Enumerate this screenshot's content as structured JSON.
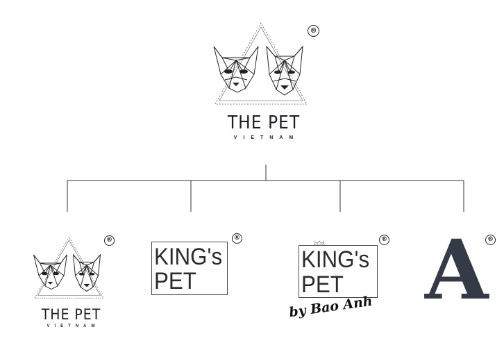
{
  "parent_logo": {
    "brand_text": "THE PET",
    "sub_text": "VIETNAM",
    "registered_mark": "®"
  },
  "child_logos": [
    {
      "brand_text": "THE PET",
      "sub_text": "VIETNAM",
      "registered_mark": "®"
    },
    {
      "line1": "KING's",
      "line2": "PET",
      "registered_mark": "®"
    },
    {
      "line1": "KING's",
      "line2": "PET",
      "script": "by Bao Anh",
      "registered_mark": "®"
    },
    {
      "mark": "A",
      "registered_mark": "®"
    }
  ],
  "colors": {
    "connector": "#333333",
    "a_logo": "#353a47",
    "crown": "#9a9a9a"
  }
}
